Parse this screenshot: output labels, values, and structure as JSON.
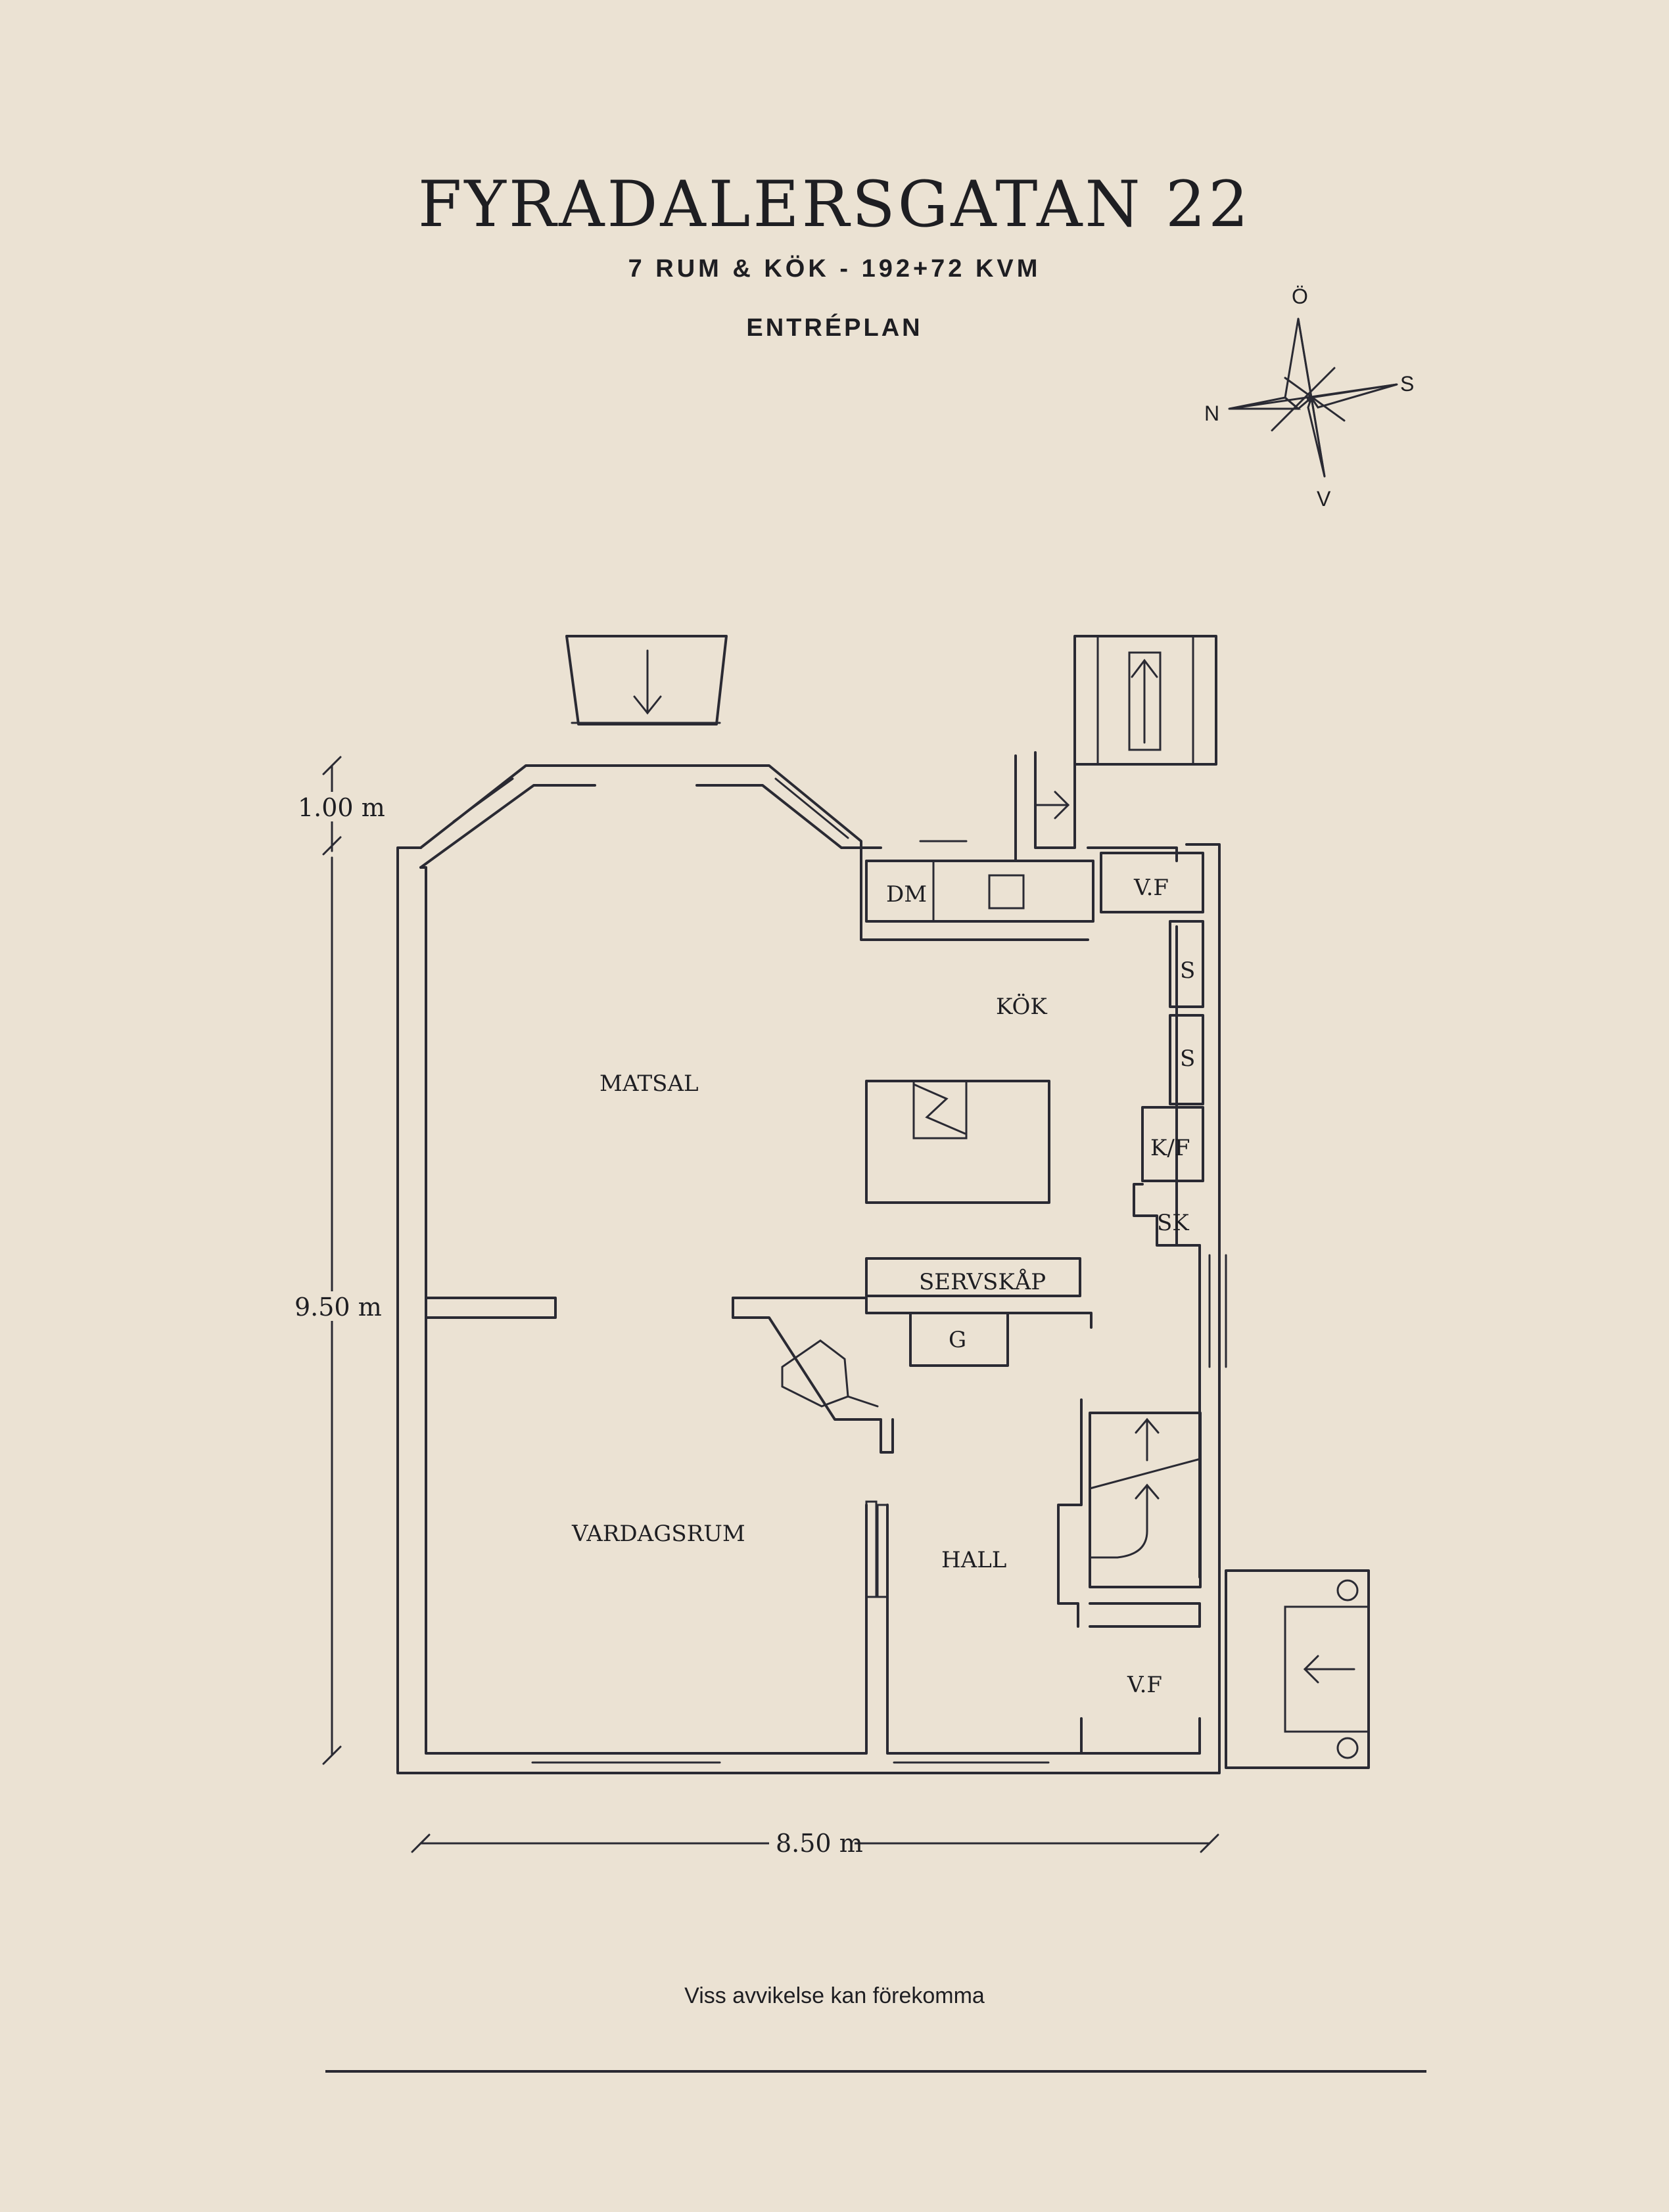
{
  "header": {
    "title": "FYRADALERSGATAN 22",
    "subtitle": "7 RUM & KÖK  -  192+72 KVM",
    "level": "ENTRÉPLAN"
  },
  "compass": {
    "north": "N",
    "south": "S",
    "east": "Ö",
    "west": "V"
  },
  "rooms": {
    "matsal": "MATSAL",
    "kok": "KÖK",
    "vardagsrum": "VARDAGSRUM",
    "hall": "HALL",
    "servskap": "SERVSKÅP"
  },
  "fixtures": {
    "dm": "DM",
    "vf_top": "V.F",
    "s1": "S",
    "s2": "S",
    "kf": "K/F",
    "sk": "SK",
    "g": "G",
    "vf_bottom": "V.F"
  },
  "dimensions": {
    "top_bay": "1.00 m",
    "height": "9.50 m",
    "width": "8.50 m"
  },
  "footer": {
    "note": "Viss avvikelse kan förekomma"
  }
}
